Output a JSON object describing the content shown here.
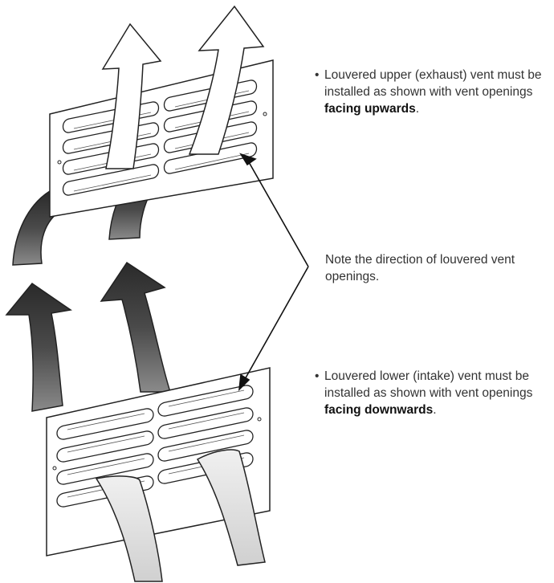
{
  "notes": {
    "upper": {
      "bullet": "•",
      "text": "Louvered upper (exhaust) vent must be installed as shown with vent openings",
      "emphasis": "facing upwards",
      "end": "."
    },
    "middle": {
      "text": "Note the direction of louvered vent openings."
    },
    "lower": {
      "bullet": "•",
      "text": "Louvered lower (intake) vent must be installed as shown with vent openings",
      "emphasis": "facing downwards",
      "end": "."
    }
  },
  "colors": {
    "exhaust_arrow_fill": "#ffffff",
    "heated_air_arrow_fill": "#555555",
    "intake_arrow_fill": "#e4e4e4",
    "outline": "#222222"
  }
}
